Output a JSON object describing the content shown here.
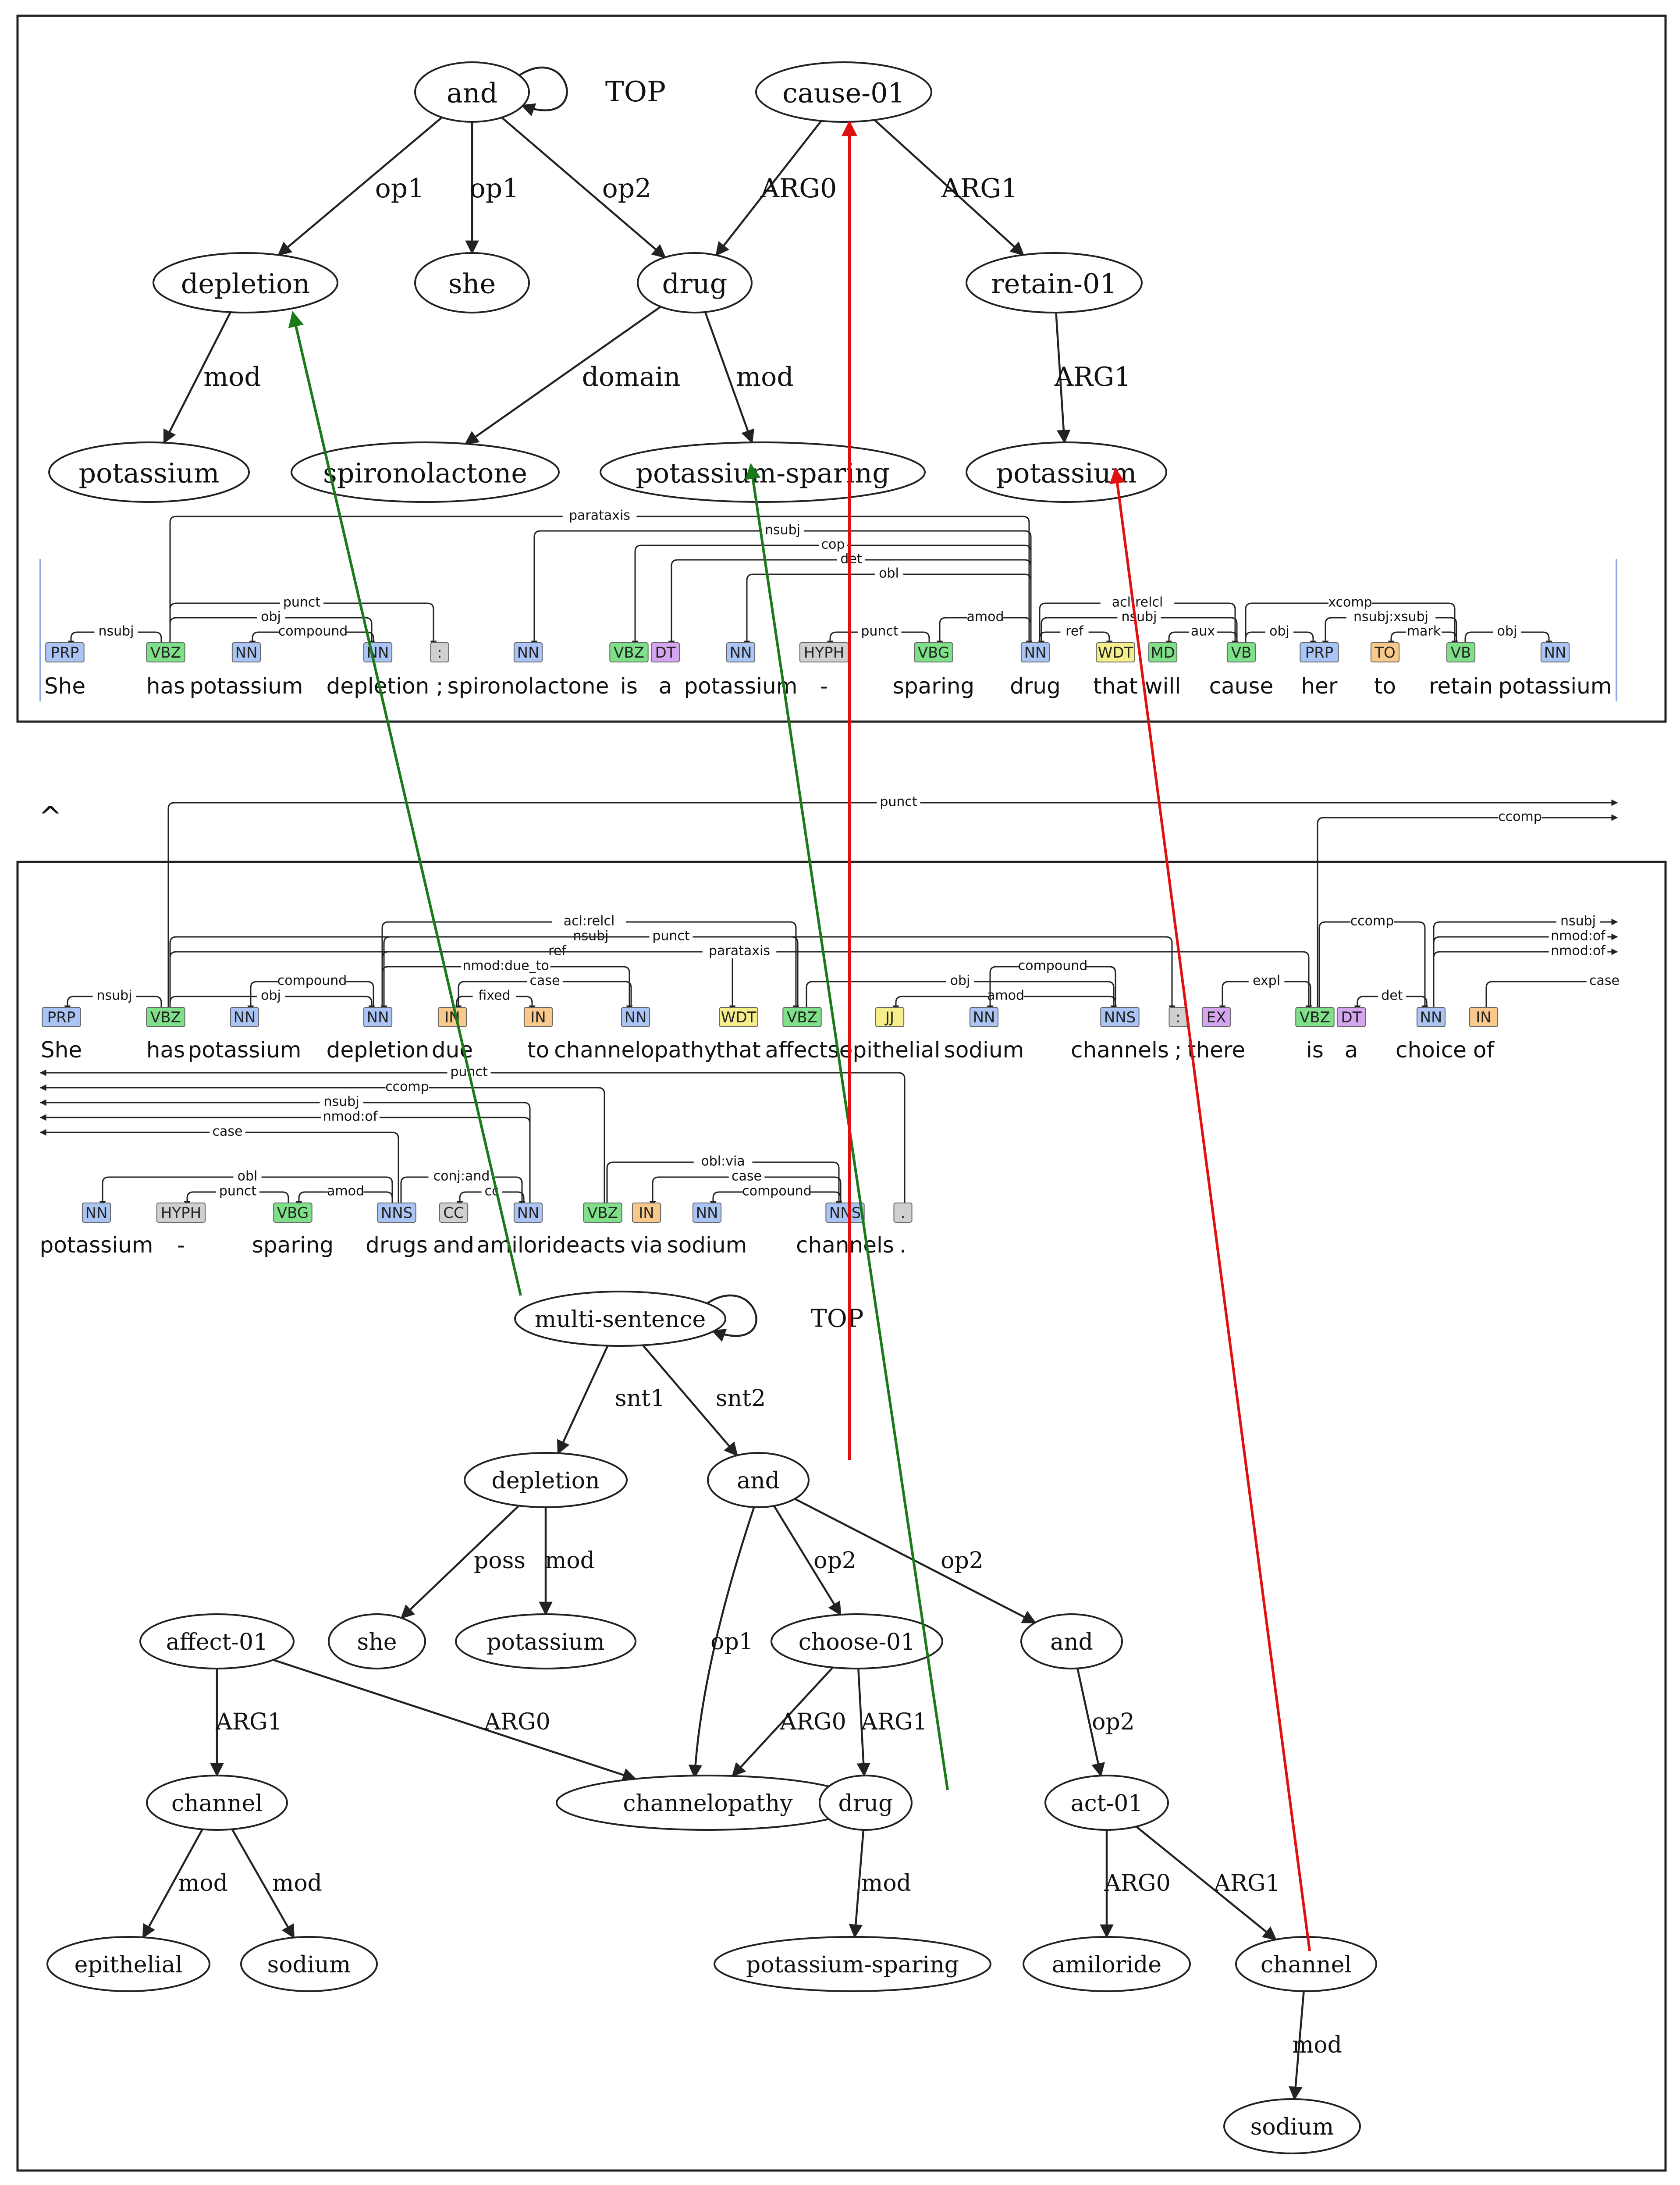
{
  "caret": "^",
  "colors": {
    "green_alignment": "#1a7a1a",
    "red_alignment": "#e01010",
    "tags": {
      "NN": "#a9c4f5",
      "NNS": "#a9c4f5",
      "PRP": "#a9c4f5",
      "VBZ": "#7fe08a",
      "VBG": "#7fe08a",
      "VB": "#7fe08a",
      "MD": "#7fe08a",
      "DT": "#d4a6f0",
      "EX": "#d4a6f0",
      "IN": "#f8c98a",
      "TO": "#f8c98a",
      "WDT": "#f6ee8a",
      "JJ": "#f6ee8a",
      "HYPH": "#d0d0d0",
      ":": "#d0d0d0",
      ".": "#d0d0d0",
      "CC": "#d0d0d0"
    }
  },
  "top_amr": {
    "nodes": [
      {
        "id": "and",
        "label": "and"
      },
      {
        "id": "cause",
        "label": "cause-01"
      },
      {
        "id": "depletion",
        "label": "depletion"
      },
      {
        "id": "she",
        "label": "she"
      },
      {
        "id": "drug",
        "label": "drug"
      },
      {
        "id": "retain",
        "label": "retain-01"
      },
      {
        "id": "potassium1",
        "label": "potassium"
      },
      {
        "id": "spironolactone",
        "label": "spironolactone"
      },
      {
        "id": "psparing",
        "label": "potassium-sparing"
      },
      {
        "id": "potassium2",
        "label": "potassium"
      }
    ],
    "edges": [
      {
        "from": "and",
        "to": "depletion",
        "label": "op1"
      },
      {
        "from": "and",
        "to": "she",
        "label": "op1"
      },
      {
        "from": "and",
        "to": "drug",
        "label": "op2"
      },
      {
        "from": "cause",
        "to": "drug",
        "label": "ARG0"
      },
      {
        "from": "cause",
        "to": "retain",
        "label": "ARG1"
      },
      {
        "from": "depletion",
        "to": "potassium1",
        "label": "mod"
      },
      {
        "from": "drug",
        "to": "spironolactone",
        "label": "domain"
      },
      {
        "from": "drug",
        "to": "psparing",
        "label": "mod"
      },
      {
        "from": "retain",
        "to": "potassium2",
        "label": "ARG1"
      }
    ],
    "top_label": "TOP"
  },
  "top_dep": {
    "tokens": [
      {
        "word": "She",
        "tag": "PRP"
      },
      {
        "word": "has",
        "tag": "VBZ"
      },
      {
        "word": "potassium",
        "tag": "NN"
      },
      {
        "word": "depletion",
        "tag": "NN"
      },
      {
        "word": ";",
        "tag": ":"
      },
      {
        "word": "spironolactone",
        "tag": "NN"
      },
      {
        "word": "is",
        "tag": "VBZ"
      },
      {
        "word": "a",
        "tag": "DT"
      },
      {
        "word": "potassium",
        "tag": "NN"
      },
      {
        "word": "-",
        "tag": "HYPH"
      },
      {
        "word": "sparing",
        "tag": "VBG"
      },
      {
        "word": "drug",
        "tag": "NN"
      },
      {
        "word": "that",
        "tag": "WDT"
      },
      {
        "word": "will",
        "tag": "MD"
      },
      {
        "word": "cause",
        "tag": "VB"
      },
      {
        "word": "her",
        "tag": "PRP"
      },
      {
        "word": "to",
        "tag": "TO"
      },
      {
        "word": "retain",
        "tag": "VB"
      },
      {
        "word": "potassium",
        "tag": "NN"
      }
    ],
    "arcs": [
      {
        "head": 1,
        "dep": 0,
        "label": "nsubj"
      },
      {
        "head": 3,
        "dep": 2,
        "label": "compound"
      },
      {
        "head": 1,
        "dep": 3,
        "label": "obj"
      },
      {
        "head": 1,
        "dep": 4,
        "label": "punct"
      },
      {
        "head": 1,
        "dep": 11,
        "label": "parataxis"
      },
      {
        "head": 11,
        "dep": 5,
        "label": "nsubj"
      },
      {
        "head": 11,
        "dep": 6,
        "label": "cop"
      },
      {
        "head": 11,
        "dep": 7,
        "label": "det"
      },
      {
        "head": 11,
        "dep": 8,
        "label": "obl"
      },
      {
        "head": 10,
        "dep": 9,
        "label": "punct"
      },
      {
        "head": 11,
        "dep": 10,
        "label": "amod"
      },
      {
        "head": 11,
        "dep": 12,
        "label": "ref"
      },
      {
        "head": 11,
        "dep": 14,
        "label": "acl:relcl"
      },
      {
        "head": 14,
        "dep": 11,
        "label": "nsubj"
      },
      {
        "head": 14,
        "dep": 13,
        "label": "aux"
      },
      {
        "head": 14,
        "dep": 15,
        "label": "obj"
      },
      {
        "head": 14,
        "dep": 17,
        "label": "xcomp"
      },
      {
        "head": 17,
        "dep": 15,
        "label": "nsubj:xsubj"
      },
      {
        "head": 17,
        "dep": 16,
        "label": "mark"
      },
      {
        "head": 17,
        "dep": 18,
        "label": "obj"
      }
    ]
  },
  "bottom_dep1": {
    "tokens": [
      {
        "word": "She",
        "tag": "PRP"
      },
      {
        "word": "has",
        "tag": "VBZ"
      },
      {
        "word": "potassium",
        "tag": "NN"
      },
      {
        "word": "depletion",
        "tag": "NN"
      },
      {
        "word": "due",
        "tag": "IN"
      },
      {
        "word": "to",
        "tag": "IN"
      },
      {
        "word": "channelopathy",
        "tag": "NN"
      },
      {
        "word": "that",
        "tag": "WDT"
      },
      {
        "word": "affects",
        "tag": "VBZ"
      },
      {
        "word": "epithelial",
        "tag": "JJ"
      },
      {
        "word": "sodium",
        "tag": "NN"
      },
      {
        "word": "channels",
        "tag": "NNS"
      },
      {
        "word": ";",
        "tag": ":"
      },
      {
        "word": "there",
        "tag": "EX"
      },
      {
        "word": "is",
        "tag": "VBZ"
      },
      {
        "word": "a",
        "tag": "DT"
      },
      {
        "word": "choice",
        "tag": "NN"
      },
      {
        "word": "of",
        "tag": "IN"
      }
    ],
    "arcs": [
      {
        "head": 1,
        "dep": 0,
        "label": "nsubj"
      },
      {
        "head": 3,
        "dep": 2,
        "label": "compound"
      },
      {
        "head": 1,
        "dep": 3,
        "label": "obj"
      },
      {
        "head": 4,
        "dep": 5,
        "label": "fixed"
      },
      {
        "head": 6,
        "dep": 4,
        "label": "case"
      },
      {
        "head": 3,
        "dep": 6,
        "label": "nmod:due_to"
      },
      {
        "head": 3,
        "dep": 7,
        "label": "ref"
      },
      {
        "head": 8,
        "dep": 3,
        "label": "nsubj"
      },
      {
        "head": 3,
        "dep": 8,
        "label": "acl:relcl"
      },
      {
        "head": 8,
        "dep": 11,
        "label": "obj"
      },
      {
        "head": 11,
        "dep": 9,
        "label": "amod"
      },
      {
        "head": 11,
        "dep": 10,
        "label": "compound"
      },
      {
        "head": 1,
        "dep": 12,
        "label": "punct"
      },
      {
        "head": 1,
        "dep": 14,
        "label": "parataxis"
      },
      {
        "head": 14,
        "dep": 13,
        "label": "expl"
      },
      {
        "head": 16,
        "dep": 15,
        "label": "det"
      },
      {
        "head": 14,
        "dep": 16,
        "label": "ccomp"
      }
    ],
    "outgoing": [
      {
        "from": 1,
        "label": "punct"
      },
      {
        "from": 14,
        "label": "ccomp"
      },
      {
        "from": 16,
        "label": "nsubj"
      },
      {
        "from": 16,
        "label": "nmod:of"
      },
      {
        "from": 16,
        "label": "nmod:of"
      },
      {
        "from": 17,
        "label": "case"
      }
    ]
  },
  "bottom_dep2": {
    "tokens": [
      {
        "word": "potassium",
        "tag": "NN"
      },
      {
        "word": "-",
        "tag": "HYPH"
      },
      {
        "word": "sparing",
        "tag": "VBG"
      },
      {
        "word": "drugs",
        "tag": "NNS"
      },
      {
        "word": "and",
        "tag": "CC"
      },
      {
        "word": "amiloride",
        "tag": "NN"
      },
      {
        "word": "acts",
        "tag": "VBZ"
      },
      {
        "word": "via",
        "tag": "IN"
      },
      {
        "word": "sodium",
        "tag": "NN"
      },
      {
        "word": "channels",
        "tag": "NNS"
      },
      {
        "word": ".",
        "tag": "."
      }
    ],
    "arcs": [
      {
        "head": 2,
        "dep": 1,
        "label": "punct"
      },
      {
        "head": 3,
        "dep": 2,
        "label": "amod"
      },
      {
        "head": 3,
        "dep": 0,
        "label": "obl"
      },
      {
        "head": 5,
        "dep": 4,
        "label": "cc"
      },
      {
        "head": 3,
        "dep": 5,
        "label": "conj:and"
      },
      {
        "head": 9,
        "dep": 7,
        "label": "case"
      },
      {
        "head": 9,
        "dep": 8,
        "label": "compound"
      },
      {
        "head": 6,
        "dep": 9,
        "label": "obl:via"
      }
    ],
    "incoming": [
      {
        "to": 10,
        "label": "punct"
      },
      {
        "to": 6,
        "label": "ccomp"
      },
      {
        "to": 5,
        "label": "nsubj"
      },
      {
        "to": 5,
        "label": "nmod:of"
      },
      {
        "to": 3,
        "label": "case"
      }
    ]
  },
  "bottom_amr": {
    "nodes": [
      {
        "id": "ms",
        "label": "multi-sentence"
      },
      {
        "id": "depletion",
        "label": "depletion"
      },
      {
        "id": "and1",
        "label": "and"
      },
      {
        "id": "affect",
        "label": "affect-01"
      },
      {
        "id": "she",
        "label": "she"
      },
      {
        "id": "potassium",
        "label": "potassium"
      },
      {
        "id": "choose",
        "label": "choose-01"
      },
      {
        "id": "and2",
        "label": "and"
      },
      {
        "id": "channel1",
        "label": "channel"
      },
      {
        "id": "channelopathy",
        "label": "channelopathy"
      },
      {
        "id": "drug",
        "label": "drug"
      },
      {
        "id": "act",
        "label": "act-01"
      },
      {
        "id": "epithelial",
        "label": "epithelial"
      },
      {
        "id": "sodium1",
        "label": "sodium"
      },
      {
        "id": "psparing",
        "label": "potassium-sparing"
      },
      {
        "id": "amiloride",
        "label": "amiloride"
      },
      {
        "id": "channel2",
        "label": "channel"
      },
      {
        "id": "sodium2",
        "label": "sodium"
      }
    ],
    "edges": [
      {
        "from": "ms",
        "to": "depletion",
        "label": "snt1"
      },
      {
        "from": "ms",
        "to": "and1",
        "label": "snt2"
      },
      {
        "from": "depletion",
        "to": "she",
        "label": "poss"
      },
      {
        "from": "depletion",
        "to": "potassium",
        "label": "mod"
      },
      {
        "from": "and1",
        "to": "channelopathy",
        "label": "op1"
      },
      {
        "from": "and1",
        "to": "choose",
        "label": "op2"
      },
      {
        "from": "and1",
        "to": "and2",
        "label": "op2"
      },
      {
        "from": "affect",
        "to": "channel1",
        "label": "ARG1"
      },
      {
        "from": "affect",
        "to": "channelopathy",
        "label": "ARG0"
      },
      {
        "from": "choose",
        "to": "channelopathy",
        "label": "ARG0"
      },
      {
        "from": "choose",
        "to": "drug",
        "label": "ARG1"
      },
      {
        "from": "and2",
        "to": "act",
        "label": "op2"
      },
      {
        "from": "channel1",
        "to": "epithelial",
        "label": "mod"
      },
      {
        "from": "channel1",
        "to": "sodium1",
        "label": "mod"
      },
      {
        "from": "drug",
        "to": "psparing",
        "label": "mod"
      },
      {
        "from": "act",
        "to": "amiloride",
        "label": "ARG0"
      },
      {
        "from": "act",
        "to": "channel2",
        "label": "ARG1"
      },
      {
        "from": "channel2",
        "to": "sodium2",
        "label": "mod"
      }
    ],
    "top_label": "TOP"
  },
  "alignments": [
    {
      "color": "green",
      "from": "bottom:ms",
      "to": "top:depletion"
    },
    {
      "color": "green",
      "from": "bottom:drug",
      "to": "top:psparing"
    },
    {
      "color": "red",
      "from": "bottom:and1",
      "to": "top:cause"
    },
    {
      "color": "red",
      "from": "bottom:channel2",
      "to": "top:potassium2"
    }
  ]
}
